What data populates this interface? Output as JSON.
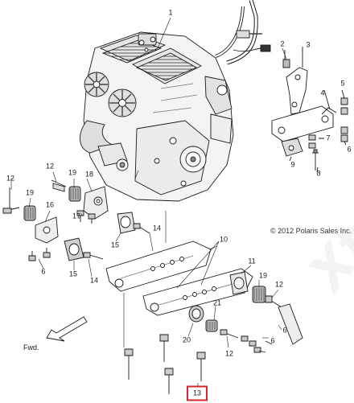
{
  "diagram": {
    "copyright": "© 2012 Polaris Sales Inc.",
    "forward_label": "Fwd.",
    "watermark": "Xtrem",
    "highlighted_callout": "13",
    "callouts": {
      "c1": "1",
      "c2": "2",
      "c3": "3",
      "c4": "4",
      "c5": "5",
      "c6a": "6",
      "c7": "7",
      "c8": "8",
      "c9": "9",
      "c10": "10",
      "c11": "11",
      "c12a": "12",
      "c12b": "12",
      "c12c": "12",
      "c12d": "12",
      "c14a": "14",
      "c14b": "14",
      "c15a": "15",
      "c15b": "15",
      "c16": "16",
      "c17": "17",
      "c18": "18",
      "c19a": "19",
      "c19b": "19",
      "c19c": "19",
      "c20": "20",
      "c21": "21",
      "c6b": "6",
      "c6c": "6",
      "c6d": "6",
      "c13": "13"
    },
    "colors": {
      "line": "#1a1a1a",
      "fill": "#ffffff",
      "shade": "#9a9a9a",
      "highlight": "#d8262b"
    }
  }
}
